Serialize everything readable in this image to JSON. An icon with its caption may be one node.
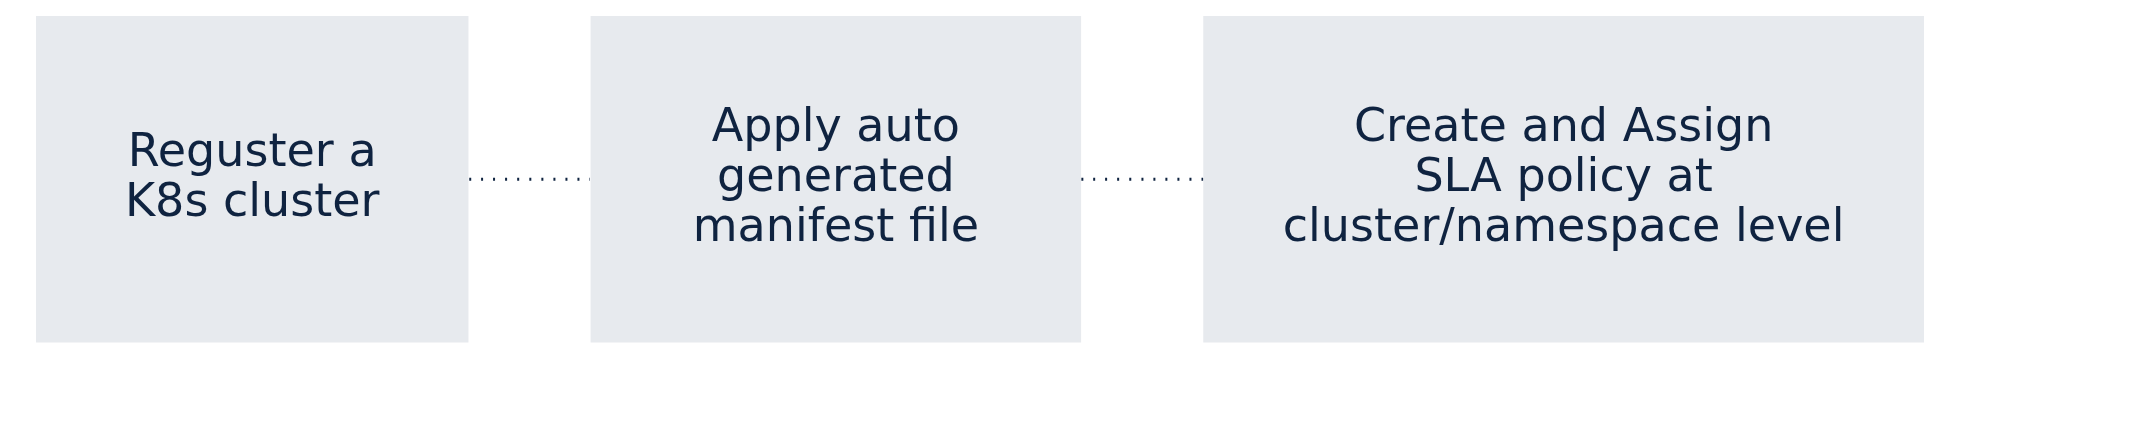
{
  "diagram": {
    "nodes": [
      {
        "text": [
          "Reguster a K8s cluster"
        ]
      },
      {
        "text": [
          "Apply auto generated manifest file"
        ]
      },
      {
        "text": [
          "Create and Assign SLA policy at cluster/namespace level"
        ]
      }
    ],
    "edges": [
      {
        "from": 0,
        "to": 1,
        "arrow": "none"
      },
      {
        "from": 1,
        "to": 2,
        "arrow": "none"
      }
    ]
  }
}
